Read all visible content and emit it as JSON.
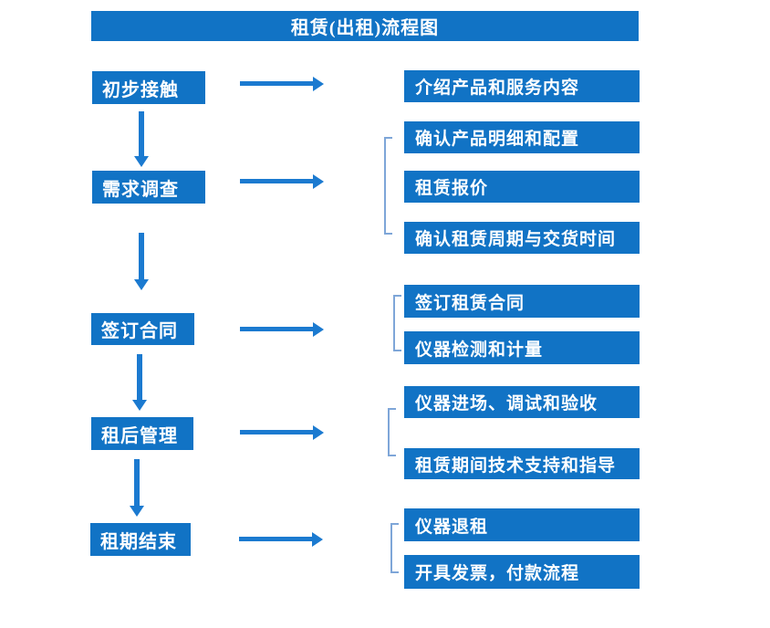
{
  "title": "租赁(出租)流程图",
  "colors": {
    "box_blue": "#1173c5",
    "arrow_blue": "#1b7ad0",
    "bracket_blue": "#7ea6d8",
    "text_white": "#ffffff",
    "background": "#ffffff"
  },
  "stages": [
    {
      "label": "初步接触",
      "details": [
        "介绍产品和服务内容"
      ]
    },
    {
      "label": "需求调查",
      "details": [
        "确认产品明细和配置",
        "租赁报价",
        "确认租赁周期与交货时间"
      ]
    },
    {
      "label": "签订合同",
      "details": [
        "签订租赁合同",
        "仪器检测和计量"
      ]
    },
    {
      "label": "租后管理",
      "details": [
        "仪器进场、调试和验收",
        "租赁期间技术支持和指导"
      ]
    },
    {
      "label": "租期结束",
      "details": [
        "仪器退租",
        "开具发票，付款流程"
      ]
    }
  ]
}
